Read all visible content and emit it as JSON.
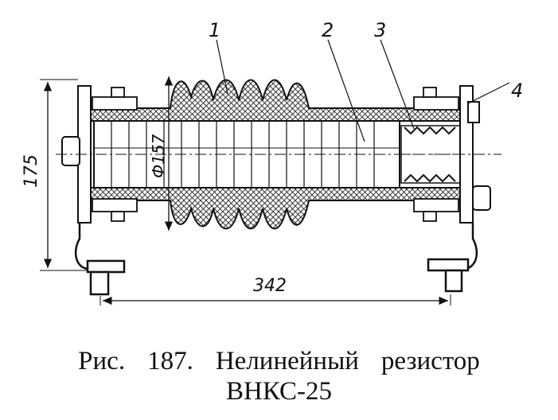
{
  "callouts": {
    "c1": "1",
    "c2": "2",
    "c3": "3",
    "c4": "4"
  },
  "dimensions": {
    "height": "175",
    "length": "342",
    "diameter": "Ф157"
  },
  "caption": {
    "fig": "Рис.",
    "number": "187.",
    "w1": "Нелинейный",
    "w2": "резистор",
    "model": "ВНКС-25"
  }
}
